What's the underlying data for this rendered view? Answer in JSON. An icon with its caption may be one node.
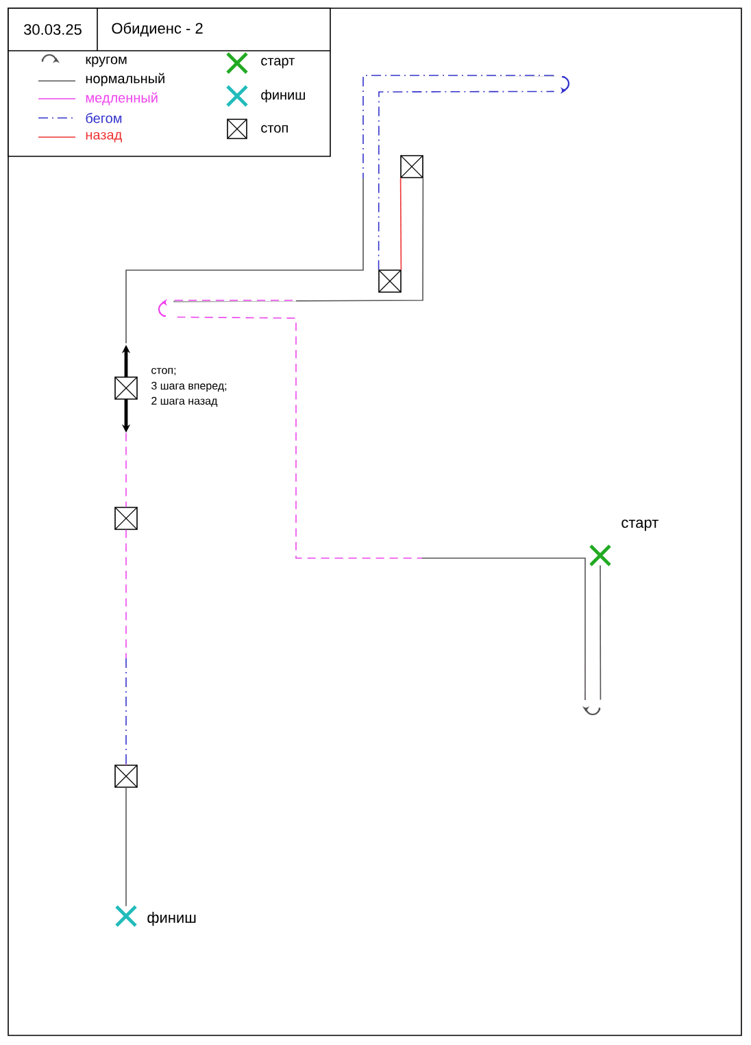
{
  "diagram": {
    "title": "Обидиенс - 2",
    "nodes": [
      {
        "text": [],
        "shape": "cross",
        "beside": [
          "старт"
        ]
      },
      {
        "text": [],
        "shape": "hook"
      },
      {
        "text": [],
        "shape": "hook"
      },
      {
        "text": [],
        "shape": "box"
      },
      {
        "text": [],
        "shape": "box"
      },
      {
        "text": [],
        "shape": "hook"
      },
      {
        "text": [],
        "shape": "box",
        "beside": [
          "стоп;",
          "3 шага вперед;",
          "2 шага назад"
        ]
      },
      {
        "text": [],
        "shape": "box"
      },
      {
        "text": [],
        "shape": "box"
      },
      {
        "text": [],
        "shape": "cross",
        "beside": [
          "финиш"
        ]
      }
    ],
    "edges": [
      {
        "from": 0,
        "to": 1,
        "arrow": "none"
      },
      {
        "from": 1,
        "to": 2,
        "arrow": "none",
        "style": "dashed",
        "color": "#ee44ee"
      },
      {
        "from": 2,
        "to": 3,
        "arrow": "none"
      },
      {
        "from": 3,
        "to": 4,
        "arrow": "none",
        "color": "#ee3333"
      },
      {
        "from": 4,
        "to": 5,
        "arrow": "none",
        "style": "dashed",
        "color": "#3333cc"
      },
      {
        "from": 5,
        "to": 6,
        "arrow": "none"
      },
      {
        "from": 6,
        "to": 7,
        "arrow": "none",
        "style": "dashed",
        "color": "#ee44ee"
      },
      {
        "from": 7,
        "to": 8,
        "arrow": "none",
        "style": "dashed",
        "color": "#ee44ee"
      },
      {
        "from": 8,
        "to": 9,
        "arrow": "none"
      }
    ],
    "labels": [
      "30.03.25"
    ],
    "legend": [
      {
        "text": "кругом"
      },
      {
        "text": "нормальный"
      },
      {
        "text": "медленный"
      },
      {
        "text": "бегом"
      },
      {
        "text": "назад"
      },
      {
        "text": "старт"
      },
      {
        "text": "финиш"
      },
      {
        "text": "стоп"
      }
    ]
  }
}
